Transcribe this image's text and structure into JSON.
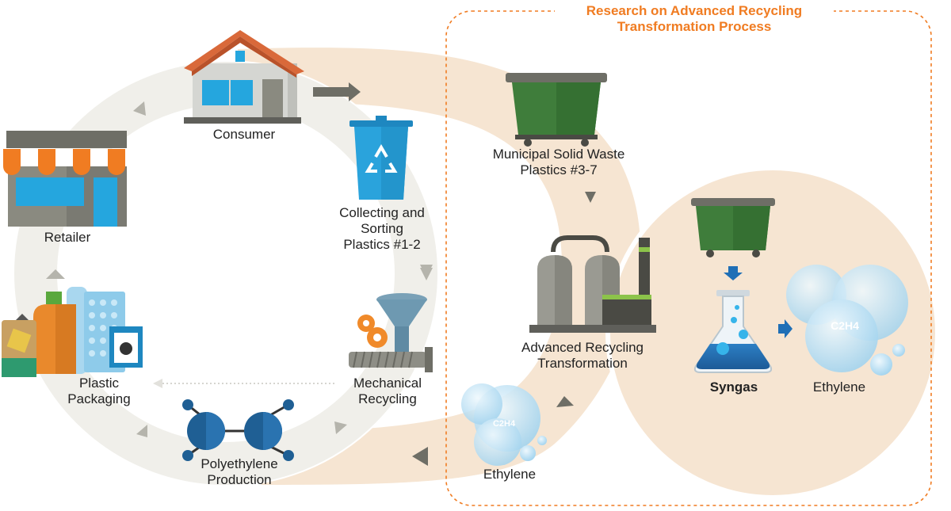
{
  "research_box": {
    "title_line1": "Research on Advanced Recycling",
    "title_line2": "Transformation Process"
  },
  "nodes": {
    "consumer": "Consumer",
    "collecting": "Collecting and\nSorting\nPlastics #1-2",
    "mechanical": "Mechanical\nRecycling",
    "polyethylene": "Polyethylene\nProduction",
    "packaging": "Plastic\nPackaging",
    "retailer": "Retailer",
    "msw": "Municipal Solid Waste\nPlastics #3-7",
    "advanced": "Advanced Recycling\nTransformation",
    "ethylene_small": "Ethylene",
    "syngas": "Syngas",
    "ethylene_large": "Ethylene"
  },
  "molecules": {
    "small": "C2H4",
    "large": "C2H4"
  },
  "colors": {
    "accent_orange": "#f07c22",
    "loop_gray": "#f0efea",
    "process_beige": "#f6e5d2",
    "bin_green": "#3f7d3b",
    "recycle_blue": "#2aa3dc",
    "molecule_blue": "#1f5f94"
  }
}
